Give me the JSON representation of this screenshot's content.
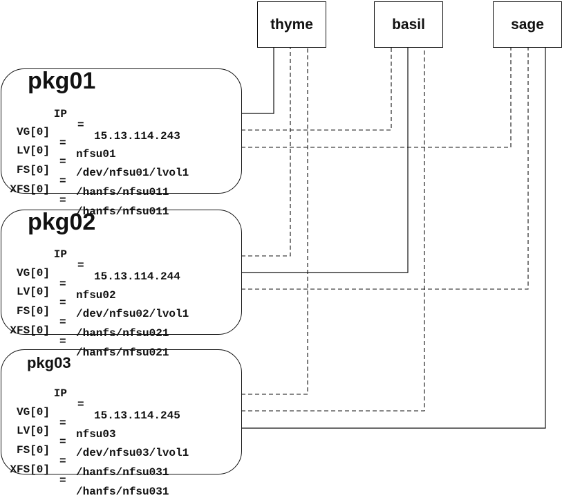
{
  "nodes": {
    "thyme": "thyme",
    "basil": "basil",
    "sage": "sage"
  },
  "packages": [
    {
      "name": "pkg01",
      "ip_key": "IP",
      "ip": "15.13.114.243",
      "vg_key": "VG[0]",
      "vg": "nfsu01",
      "lv_key": "LV[0]",
      "lv": "/dev/nfsu01/lvol1",
      "fs_key": "FS[0]",
      "fs": "/hanfs/nfsu011",
      "xfs_key": "XFS[0]",
      "xfs": "/hanfs/nfsu011"
    },
    {
      "name": "pkg02",
      "ip_key": "IP",
      "ip": "15.13.114.244",
      "vg_key": "VG[0]",
      "vg": "nfsu02",
      "lv_key": "LV[0]",
      "lv": "/dev/nfsu02/lvol1",
      "fs_key": "FS[0]",
      "fs": "/hanfs/nfsu021",
      "xfs_key": "XFS[0]",
      "xfs": "/hanfs/nfsu021"
    },
    {
      "name": "pkg03",
      "ip_key": "IP",
      "ip": "15.13.114.245",
      "vg_key": "VG[0]",
      "vg": "nfsu03",
      "lv_key": "LV[0]",
      "lv": "/dev/nfsu03/lvol1",
      "fs_key": "FS[0]",
      "fs": "/hanfs/nfsu031",
      "xfs_key": "XFS[0]",
      "xfs": "/hanfs/nfsu031"
    }
  ],
  "separator": "="
}
